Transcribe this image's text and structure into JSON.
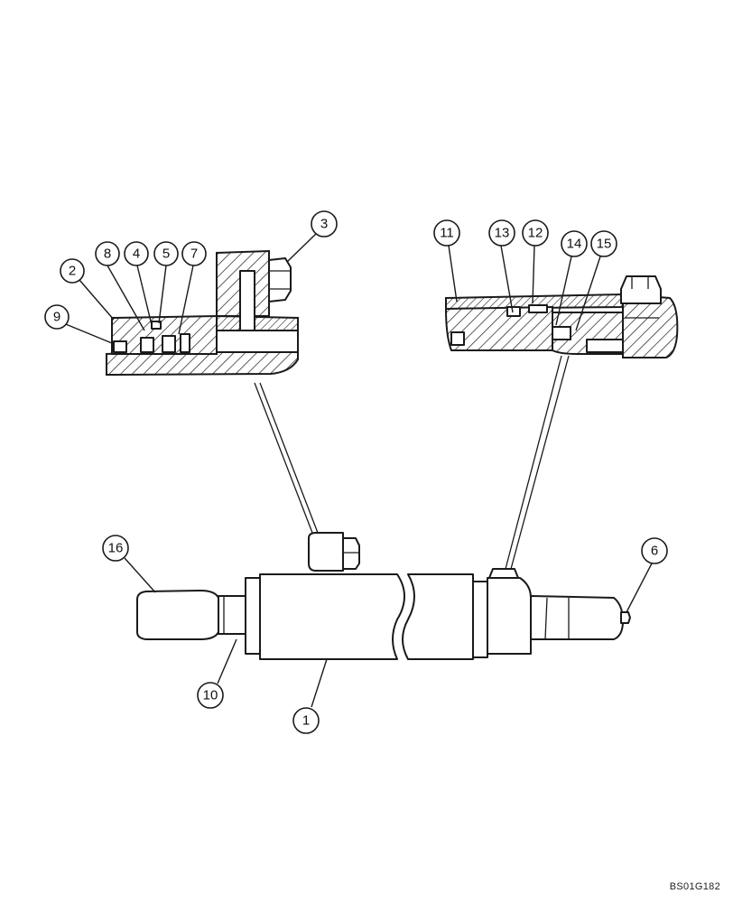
{
  "drawing_code": "BS01G182",
  "callouts": [
    {
      "id": "c1",
      "label": "1"
    },
    {
      "id": "c2",
      "label": "2"
    },
    {
      "id": "c3",
      "label": "3"
    },
    {
      "id": "c4",
      "label": "4"
    },
    {
      "id": "c5",
      "label": "5"
    },
    {
      "id": "c6",
      "label": "6"
    },
    {
      "id": "c7",
      "label": "7"
    },
    {
      "id": "c8",
      "label": "8"
    },
    {
      "id": "c9",
      "label": "9"
    },
    {
      "id": "c10",
      "label": "10"
    },
    {
      "id": "c11",
      "label": "11"
    },
    {
      "id": "c12",
      "label": "12"
    },
    {
      "id": "c13",
      "label": "13"
    },
    {
      "id": "c14",
      "label": "14"
    },
    {
      "id": "c15",
      "label": "15"
    },
    {
      "id": "c16",
      "label": "16"
    }
  ]
}
